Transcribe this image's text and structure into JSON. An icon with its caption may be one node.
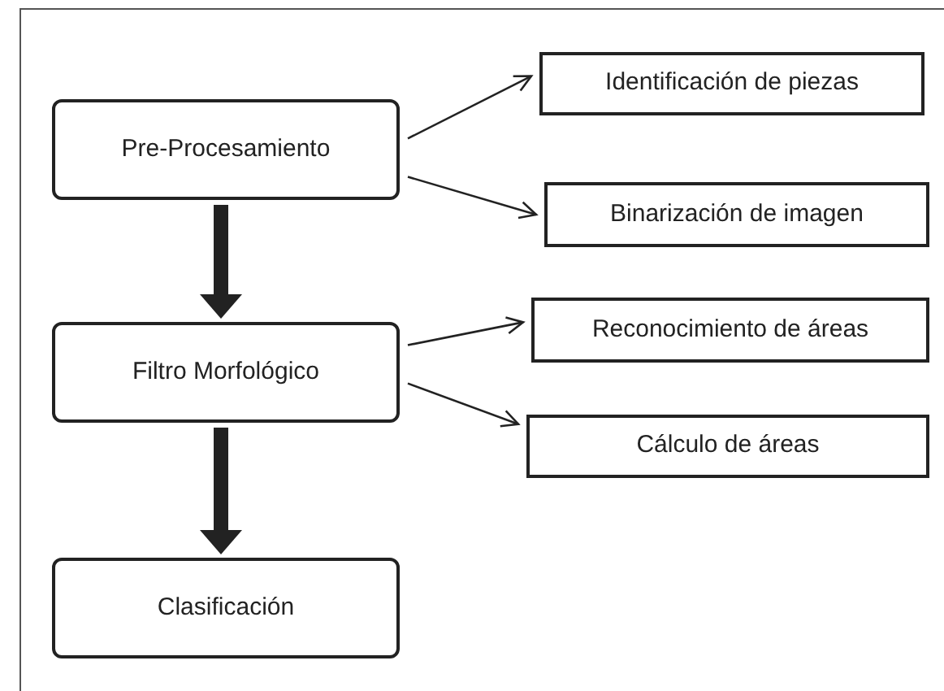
{
  "diagram": {
    "nodes": [
      {
        "text": [
          "Pre-Procesamiento"
        ]
      },
      {
        "text": [
          "Identificación de piezas"
        ]
      },
      {
        "text": [
          "Binarización de imagen"
        ]
      },
      {
        "text": [
          "Filtro Morfológico"
        ]
      },
      {
        "text": [
          "Reconocimiento de áreas"
        ]
      },
      {
        "text": [
          "Cálculo de áreas"
        ]
      },
      {
        "text": [
          "Clasificación"
        ]
      }
    ],
    "edges": [
      {
        "from": 0,
        "to": 1,
        "arrow": "to"
      },
      {
        "from": 0,
        "to": 2,
        "arrow": "to"
      },
      {
        "from": 0,
        "to": 3,
        "arrow": "to",
        "style": "thick"
      },
      {
        "from": 3,
        "to": 4,
        "arrow": "to"
      },
      {
        "from": 3,
        "to": 5,
        "arrow": "to"
      },
      {
        "from": 3,
        "to": 6,
        "arrow": "to",
        "style": "thick"
      }
    ]
  }
}
